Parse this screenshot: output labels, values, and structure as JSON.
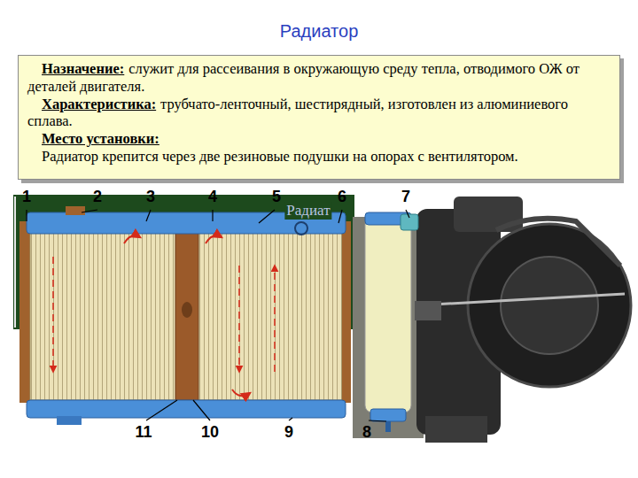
{
  "diagram": {
    "title": "Радиатор",
    "nodes": [
      {
        "text": [
          "Назначение:",
          "служит для рассеивания в окружающую среду тепла, отводимого ОЖ от деталей двигателя.",
          "Характеристика:",
          "трубчато-ленточный, шестирядный, изготовлен из алюминиевого сплава.",
          "Место установки:",
          "Радиатор крепится через две резиновые подушки на опорах с вентилятором."
        ]
      }
    ],
    "labels": [
      "1",
      "2",
      "3",
      "4",
      "5",
      "Радиат",
      "6",
      "7",
      "11",
      "10",
      "9",
      "8"
    ]
  }
}
